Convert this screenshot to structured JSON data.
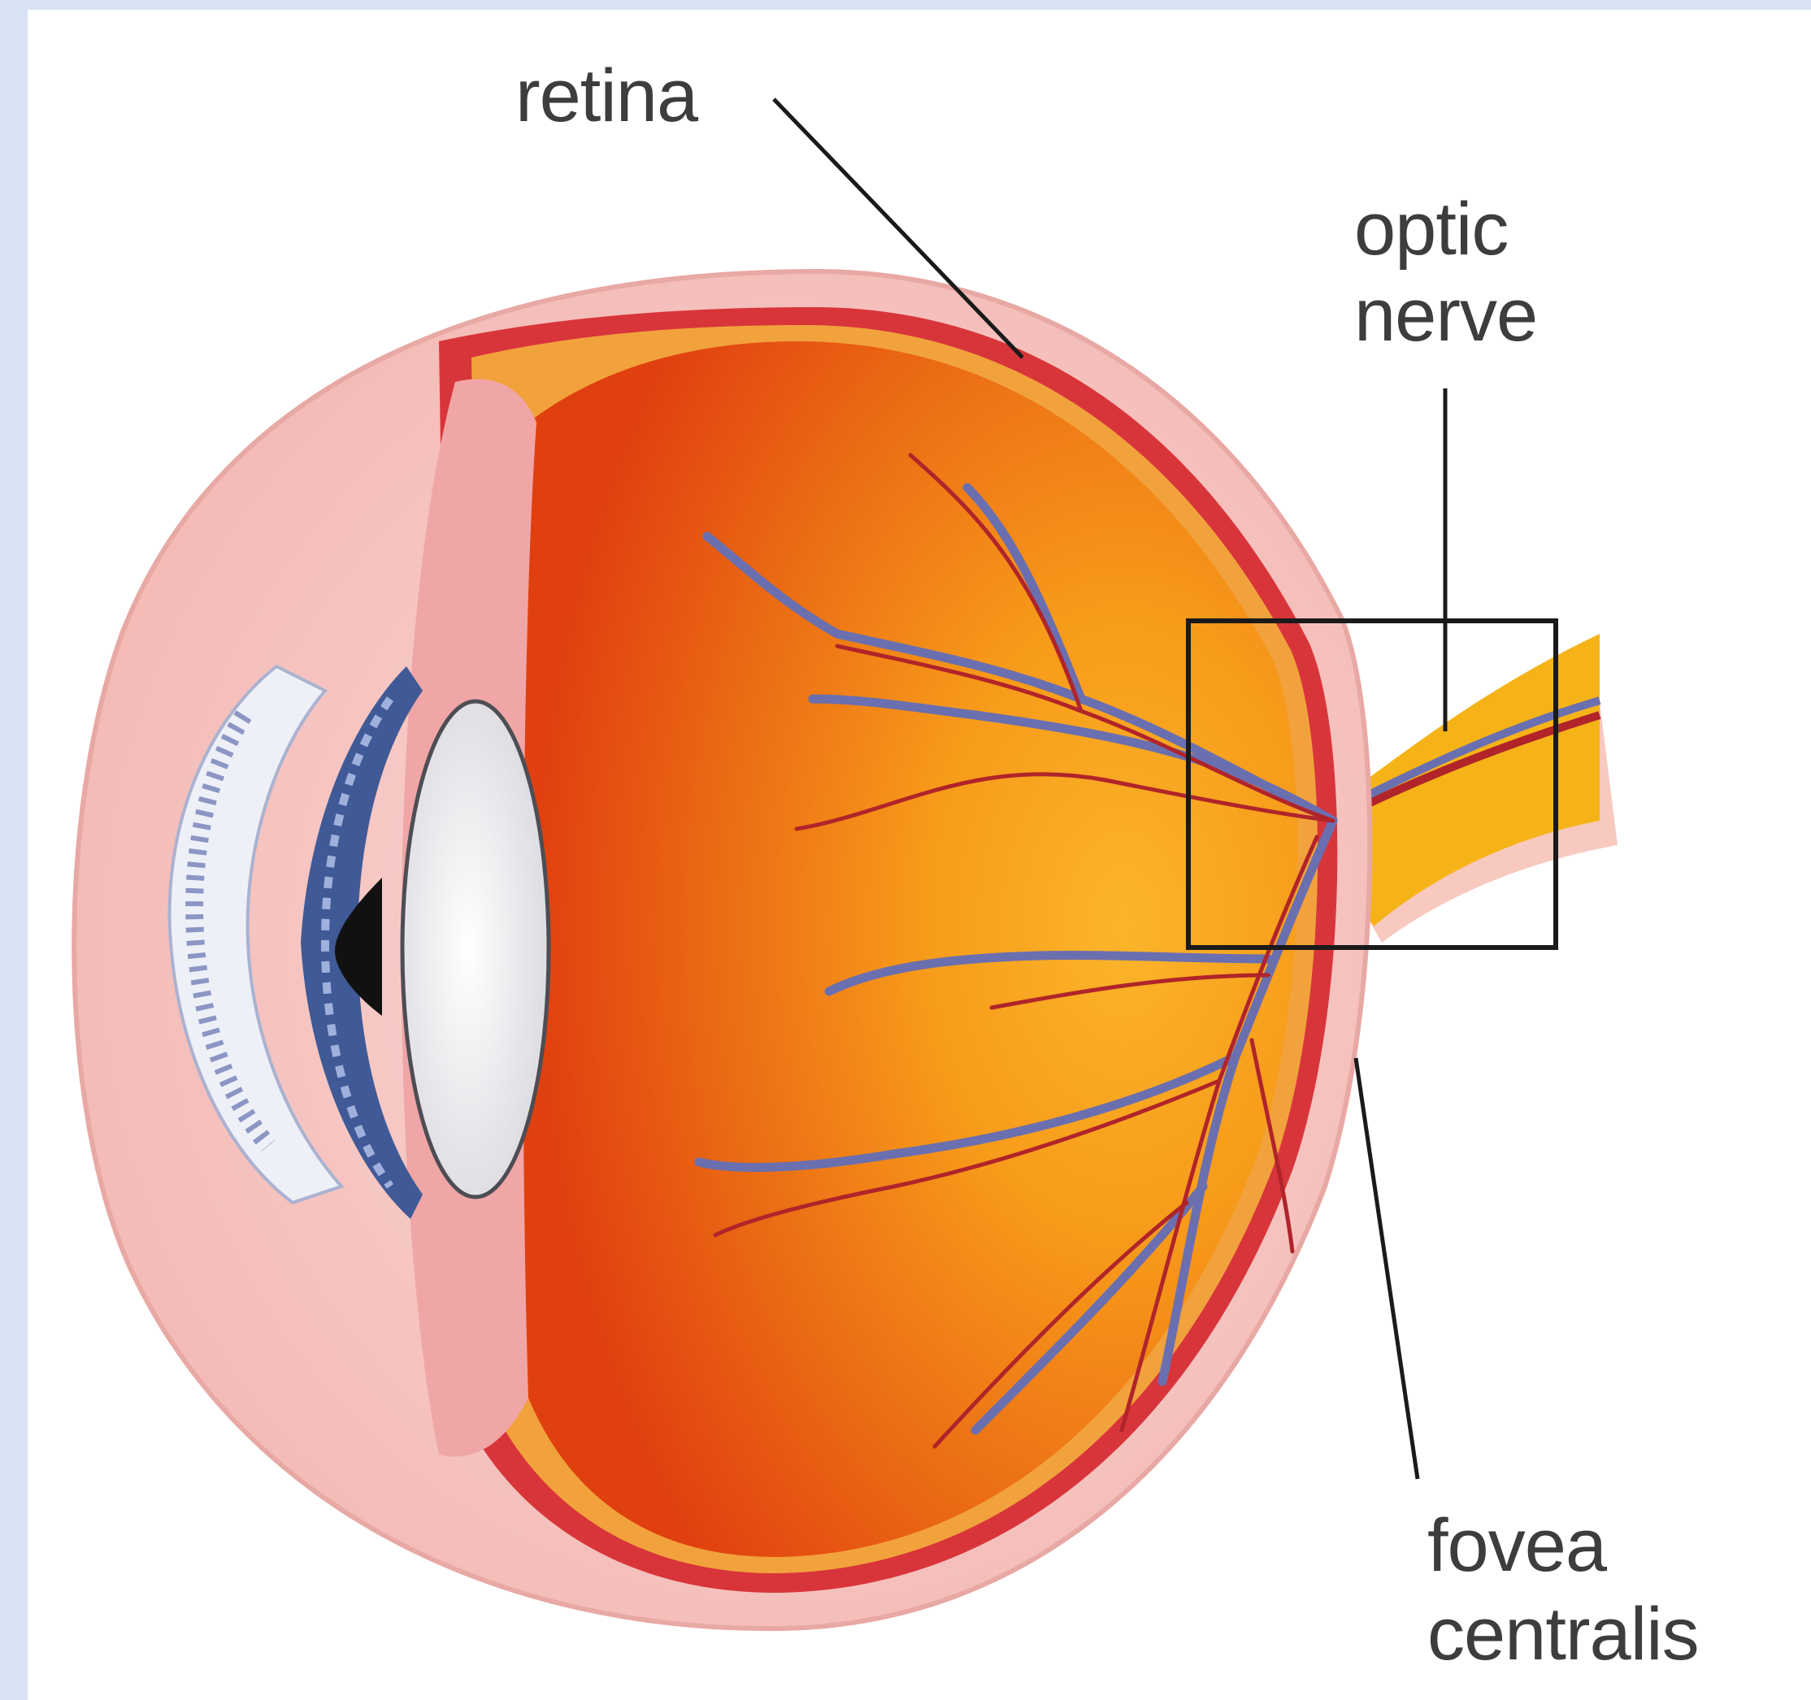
{
  "labels": {
    "retina": "retina",
    "optic_nerve": [
      "optic",
      "nerve"
    ],
    "fovea_centralis": [
      "fovea",
      "centralis"
    ]
  },
  "colors": {
    "background": "#ffffff",
    "slide_edge": "#d9e2f3",
    "sclera": "#f7c6c3",
    "choroid": "#d8353a",
    "retina_layer": "#f2a23c",
    "vitreous_dark": "#e0400f",
    "vitreous_light": "#f79a1a",
    "optic_nerve": "#f6b318",
    "vessel_vein": "#6a6fb0",
    "vessel_artery": "#b0242a",
    "iris": "#3f5a96",
    "lens": "#f1f1f4",
    "pointer": "#1a1a1a"
  },
  "icons": {
    "eye": "eye-cross-section-illustration",
    "highlight": "optic-disc-highlight-box"
  }
}
